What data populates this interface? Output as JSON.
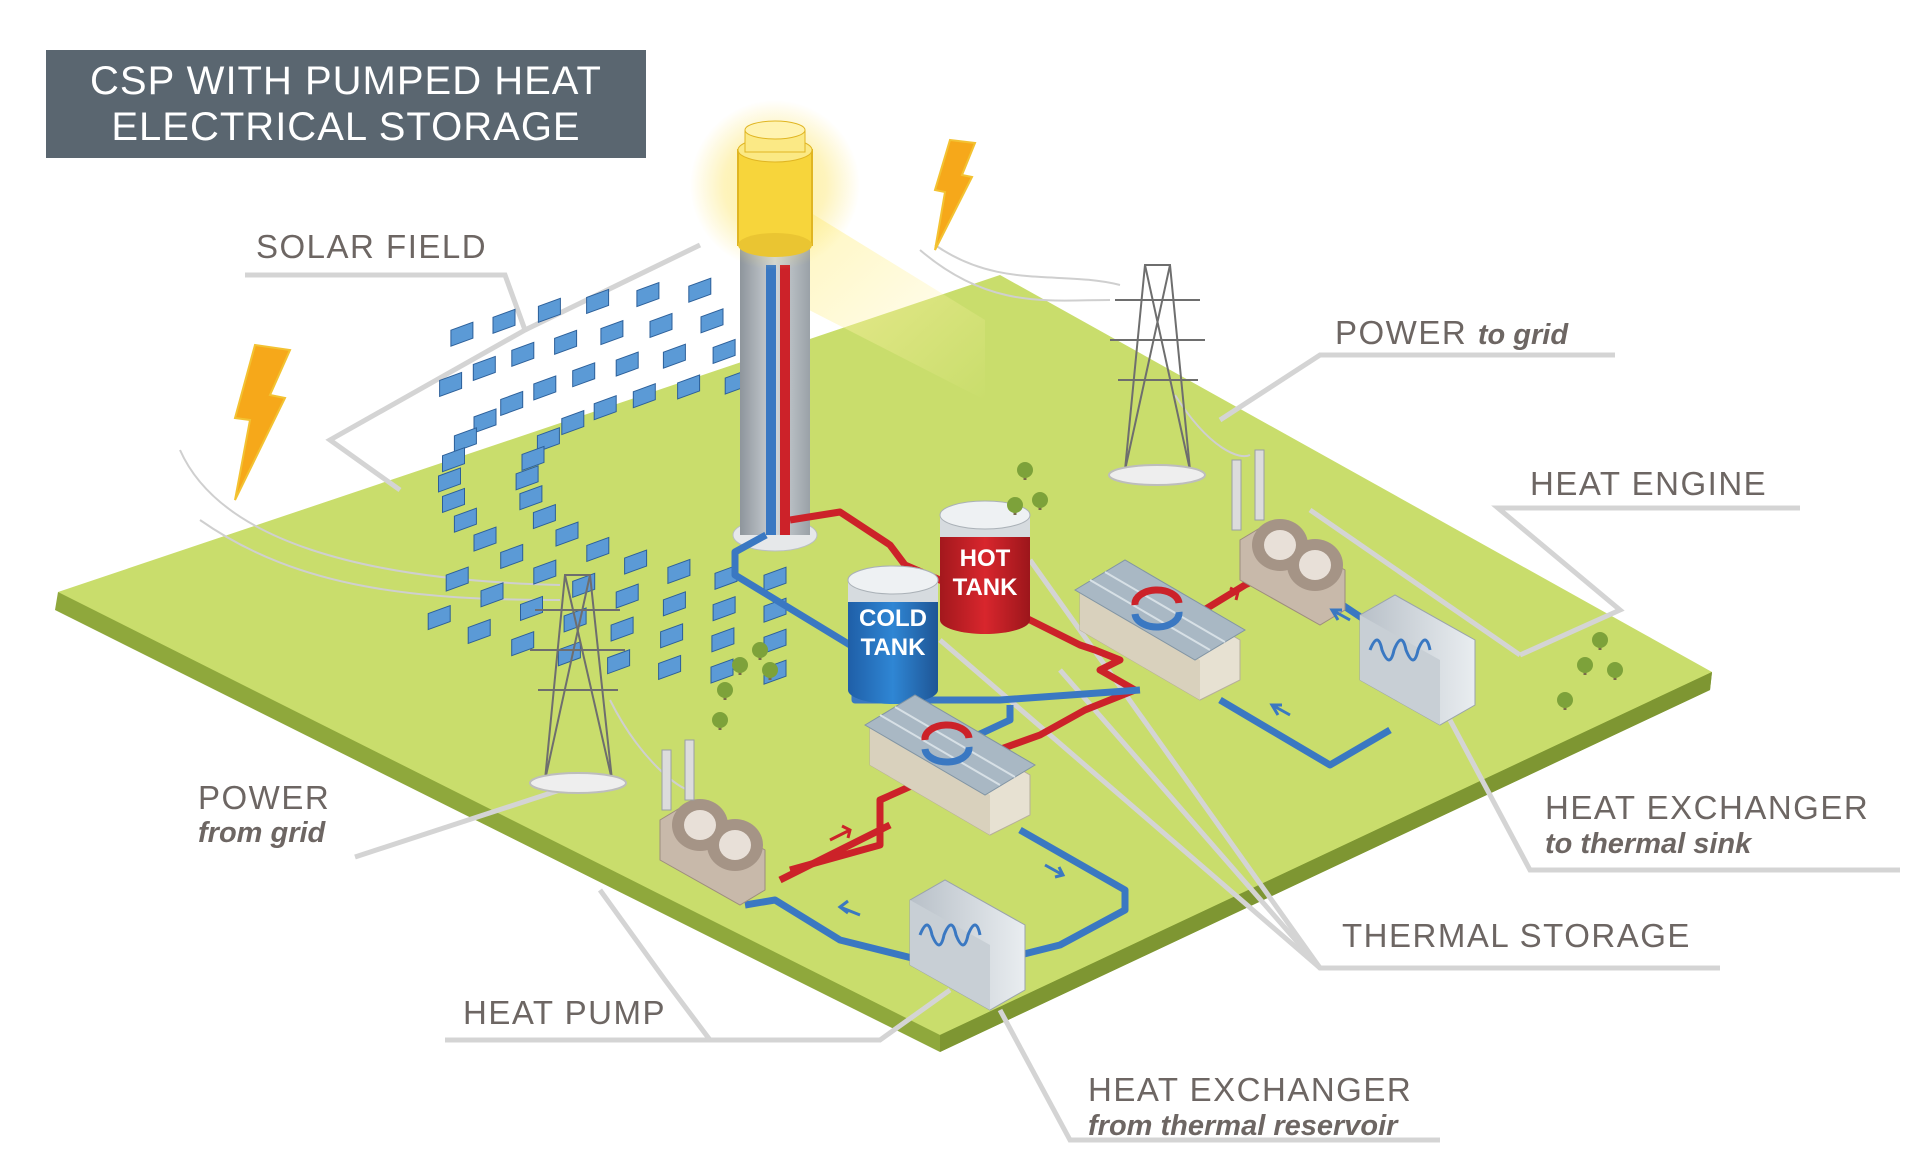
{
  "title": {
    "line1": "CSP WITH PUMPED HEAT",
    "line2": "ELECTRICAL STORAGE"
  },
  "labels": {
    "solar_field": "SOLAR FIELD",
    "power_to_grid": {
      "main": "POWER",
      "sub": "to grid"
    },
    "heat_engine": "HEAT ENGINE",
    "power_from_grid": {
      "main": "POWER",
      "sub": "from grid"
    },
    "heat_exchanger_sink": {
      "main": "HEAT EXCHANGER",
      "sub": "to thermal sink"
    },
    "thermal_storage": "THERMAL STORAGE",
    "heat_pump": "HEAT PUMP",
    "heat_exchanger_reservoir": {
      "main": "HEAT EXCHANGER",
      "sub": "from thermal reservoir"
    }
  },
  "tanks": {
    "cold": {
      "line1": "COLD",
      "line2": "TANK"
    },
    "hot": {
      "line1": "HOT",
      "line2": "TANK"
    }
  },
  "colors": {
    "ground_top": "#c9dd6c",
    "ground_side": "#8fa83c",
    "hot_pipe": "#cc2229",
    "cold_pipe": "#3a78c2",
    "title_bg": "#5a6670",
    "label_text": "#6d6663",
    "mirror": "#5b9ad6",
    "receiver": "#f7d53b"
  },
  "icons": [
    "lightning-bolt-icon",
    "transmission-tower-icon",
    "tree-icon",
    "circulation-arrows-icon"
  ]
}
